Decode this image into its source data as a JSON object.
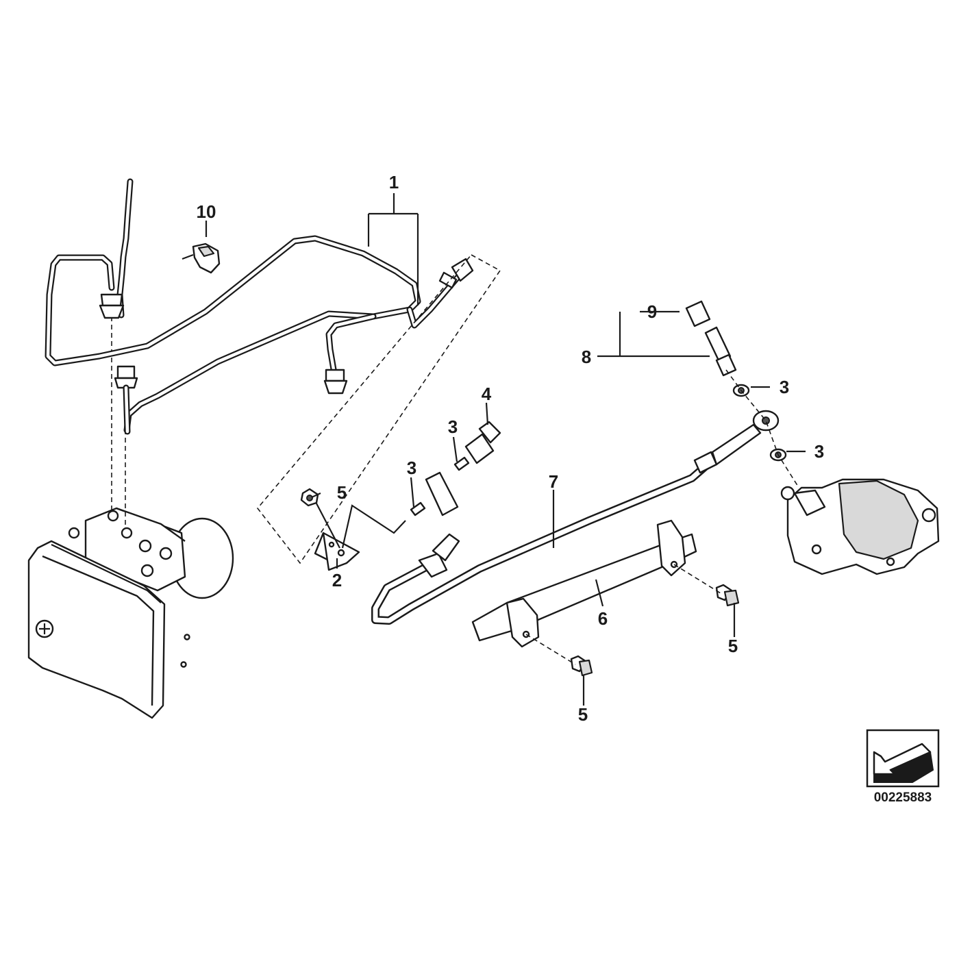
{
  "callouts": {
    "c1": "1",
    "c2": "2",
    "c3a": "3",
    "c3b": "3",
    "c3c": "3",
    "c3d": "3",
    "c4": "4",
    "c5a": "5",
    "c5b": "5",
    "c5c": "5",
    "c6": "6",
    "c7": "7",
    "c8": "8",
    "c9": "9",
    "c10": "10"
  },
  "diagram_number": "00225883",
  "icons": {
    "orientation": "direction-arrow-icon"
  }
}
